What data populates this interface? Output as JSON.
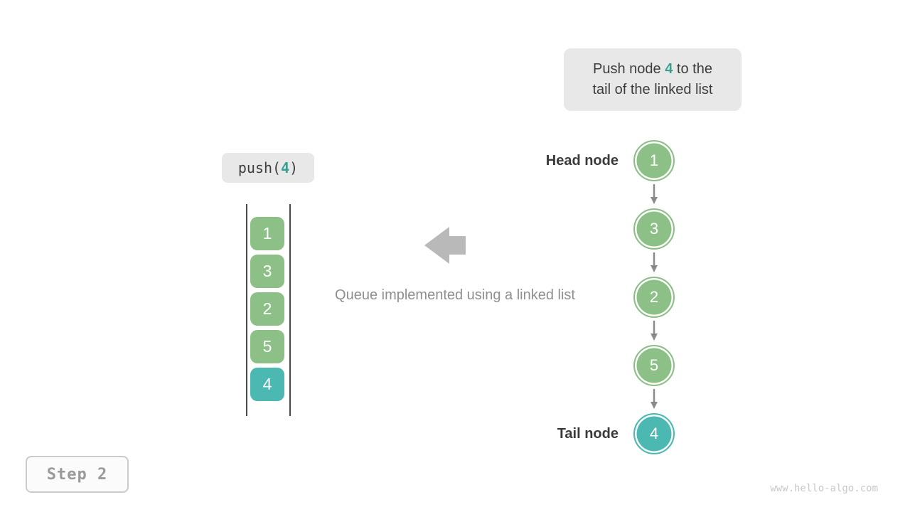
{
  "callout": {
    "line1_before": "Push node ",
    "line1_value": "4",
    "line1_after": " to the",
    "line2": "tail of the linked list"
  },
  "push_label": {
    "before": "push(",
    "value": "4",
    "after": ")"
  },
  "queue": {
    "values": [
      "1",
      "3",
      "2",
      "5",
      "4"
    ]
  },
  "caption": "Queue implemented using a linked list",
  "list": {
    "head_label": "Head node",
    "tail_label": "Tail node",
    "nodes": [
      "1",
      "3",
      "2",
      "5",
      "4"
    ]
  },
  "step": {
    "label": "Step 2"
  },
  "watermark": "www.hello-algo.com",
  "colors": {
    "node_green": "#8cc087",
    "node_teal": "#4bb9b2",
    "highlight_text": "#3b9e92",
    "callout_bg": "#e8e8e8",
    "arrow_gray": "#b9b9b9",
    "link_gray": "#8a8a8a",
    "caption_gray": "#8f8f8f"
  }
}
